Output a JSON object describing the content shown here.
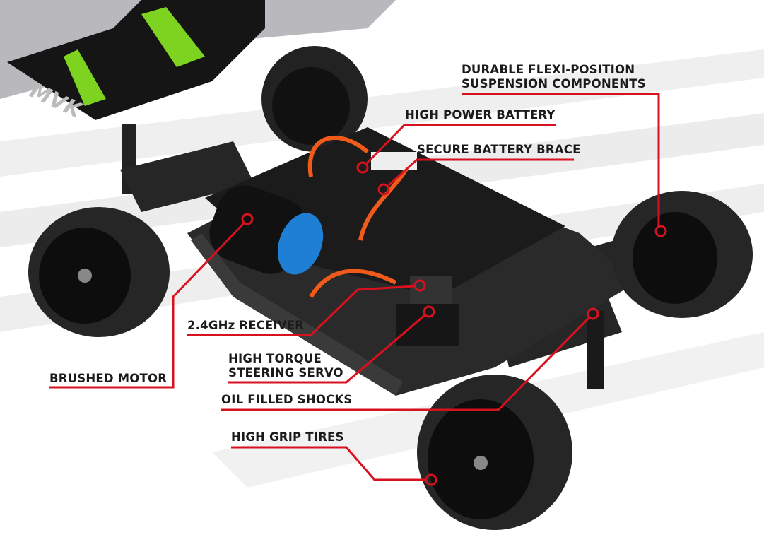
{
  "product": {
    "wing_logo": "MVK"
  },
  "callouts": {
    "suspension": {
      "line1": "DURABLE FLEXI-POSITION",
      "line2": "SUSPENSION COMPONENTS"
    },
    "battery": {
      "text": "HIGH POWER BATTERY"
    },
    "brace": {
      "text": "SECURE BATTERY BRACE"
    },
    "motor": {
      "text": "BRUSHED MOTOR"
    },
    "receiver": {
      "text": "2.4GHz RECEIVER"
    },
    "servo": {
      "line1": "HIGH TORQUE",
      "line2": "STEERING SERVO"
    },
    "shocks": {
      "text": "OIL FILLED SHOCKS"
    },
    "tires": {
      "text": "HIGH GRIP TIRES"
    }
  },
  "colors": {
    "callout_red": "#d8111f",
    "body_green": "#7ed321",
    "chassis": "#1f1f1f",
    "backdrop_stripe": "#e9e9ea"
  }
}
